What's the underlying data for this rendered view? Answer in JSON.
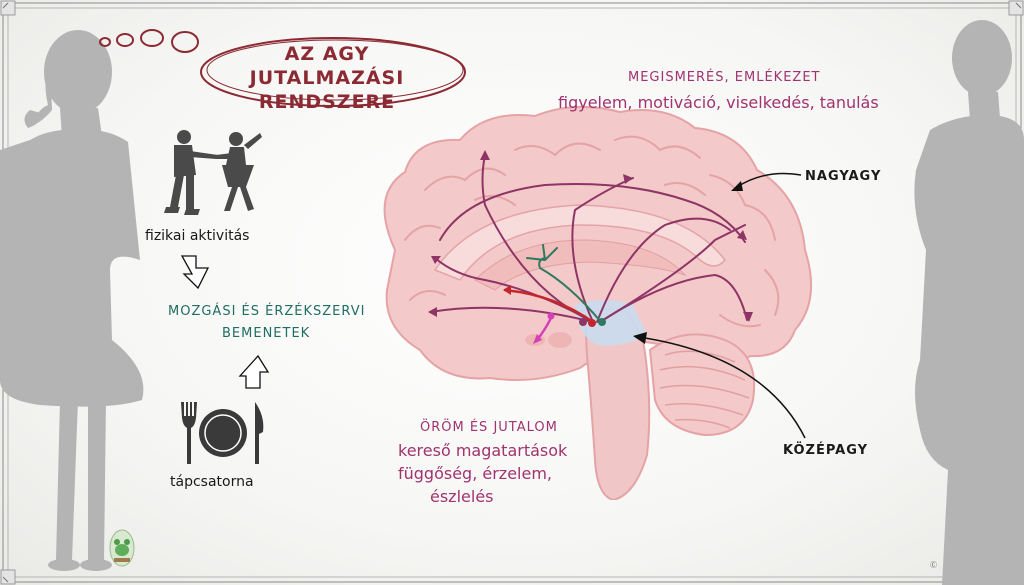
{
  "title": {
    "line1": "AZ AGY JUTALMAZÁSI",
    "line2": "RENDSZERE"
  },
  "cortex": {
    "heading": "MEGISMERÉS, EMLÉKEZET",
    "subtext": "figyelem, motiváció, viselkedés, tanulás"
  },
  "labels": {
    "nagyagy": "NAGYAGY",
    "kozepagy": "KÖZÉPAGY"
  },
  "reward": {
    "heading": "ÖRÖM ÉS JUTALOM",
    "lines": [
      "kereső magatartások",
      "függőség, érzelem,",
      "észlelés"
    ]
  },
  "inputs": {
    "physical": "fizikai aktivitás",
    "line1": "MOZGÁSI ÉS ÉRZÉKSZERVI",
    "line2": "BEMENETEK",
    "digestive": "tápcsatorna"
  },
  "credit": "Ⓒ",
  "colors": {
    "title": "#8c2a34",
    "purple": "#a0336f",
    "teal": "#1f6e63",
    "brain": "#f3c9c9",
    "brain_dark": "#e5a3a6",
    "silhouette": "#b4b4b4",
    "pathway_purple": "#8e3566",
    "pathway_red": "#c4262c",
    "pathway_green": "#2f7a5e",
    "pathway_magenta": "#d63fb8",
    "midbrain": "#c9dcef"
  },
  "icons": [
    "thought-bubble-icon",
    "dancing-couple-icon",
    "plate-fork-knife-icon",
    "frog-logo-icon",
    "arrow-icon"
  ]
}
